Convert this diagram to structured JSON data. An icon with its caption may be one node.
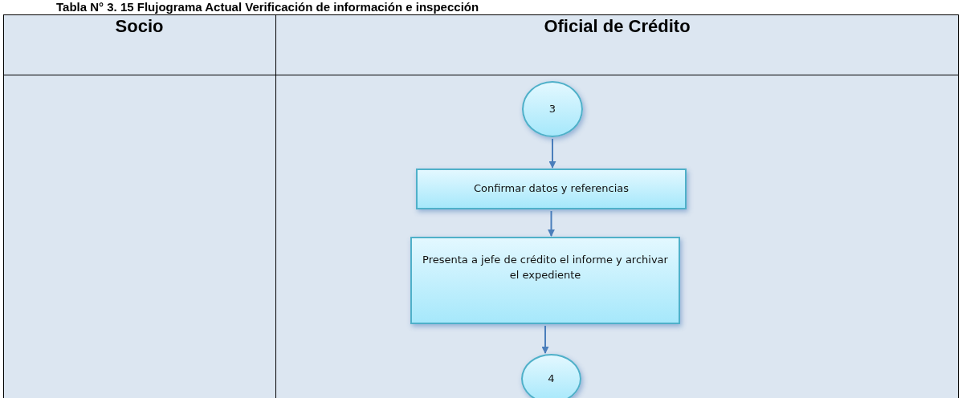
{
  "diagram": {
    "title": "Tabla N° 3. 15 Flujograma Actual Verificación de información e inspección",
    "nodes": [
      {
        "text": [
          "3"
        ]
      },
      {
        "text": [
          "Confirmar datos y referencias"
        ]
      },
      {
        "text": [
          "Presenta a jefe de crédito el informe y archivar el expediente"
        ]
      },
      {
        "text": [
          "4"
        ]
      }
    ],
    "edges": [
      {
        "from": 0,
        "to": 1,
        "arrow": "to"
      },
      {
        "from": 1,
        "to": 2,
        "arrow": "to"
      },
      {
        "from": 2,
        "to": 3,
        "arrow": "to"
      }
    ],
    "labels": [
      "Socio",
      "Oficial de Crédito"
    ]
  }
}
